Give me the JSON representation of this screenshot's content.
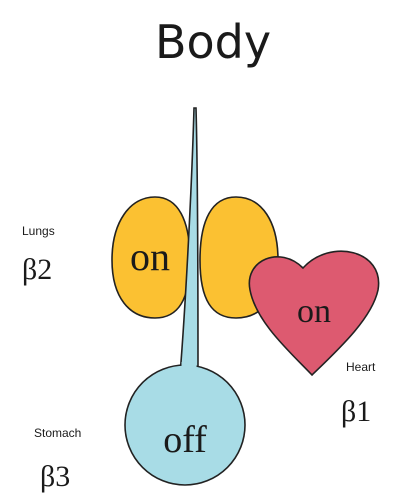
{
  "title": "Body",
  "colors": {
    "lungs_fill": "#FBC132",
    "heart_fill": "#DD5A70",
    "stomach_fill": "#A8DCE6",
    "tube_fill": "#A8DCE6",
    "outline": "#222222",
    "text": "#1a1a1a"
  },
  "organs": {
    "lungs": {
      "name": "Lungs",
      "receptor": "β2",
      "state": "on"
    },
    "heart": {
      "name": "Heart",
      "receptor": "β1",
      "state": "on"
    },
    "stomach": {
      "name": "Stomach",
      "receptor": "β3",
      "state": "off"
    }
  }
}
